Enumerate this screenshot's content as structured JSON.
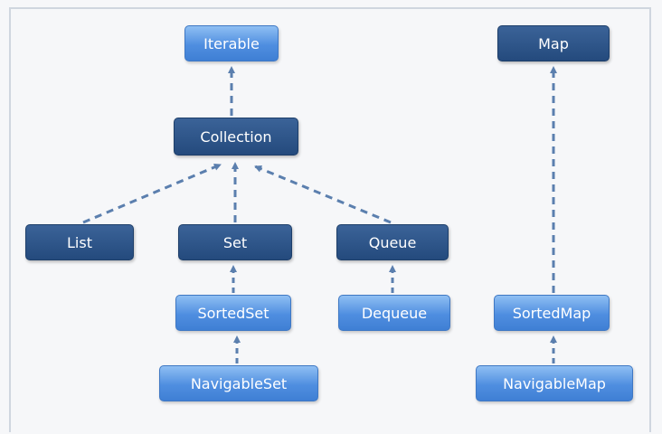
{
  "nodes": {
    "iterable": {
      "label": "Iterable"
    },
    "collection": {
      "label": "Collection"
    },
    "list": {
      "label": "List"
    },
    "set": {
      "label": "Set"
    },
    "queue": {
      "label": "Queue"
    },
    "sortedset": {
      "label": "SortedSet"
    },
    "dequeue": {
      "label": "Dequeue"
    },
    "navigableset": {
      "label": "NavigableSet"
    },
    "map": {
      "label": "Map"
    },
    "sortedmap": {
      "label": "SortedMap"
    },
    "navigablemap": {
      "label": "NavigableMap"
    }
  },
  "edges": [
    {
      "from": "collection",
      "to": "iterable"
    },
    {
      "from": "list",
      "to": "collection"
    },
    {
      "from": "set",
      "to": "collection"
    },
    {
      "from": "queue",
      "to": "collection"
    },
    {
      "from": "sortedset",
      "to": "set"
    },
    {
      "from": "navigableset",
      "to": "sortedset"
    },
    {
      "from": "dequeue",
      "to": "queue"
    },
    {
      "from": "sortedmap",
      "to": "map"
    },
    {
      "from": "navigablemap",
      "to": "sortedmap"
    }
  ],
  "colors": {
    "interface_dark": "#2c5289",
    "interface_light": "#5a98e6",
    "edge": "#5b7fae",
    "background": "#f6f7f9"
  }
}
